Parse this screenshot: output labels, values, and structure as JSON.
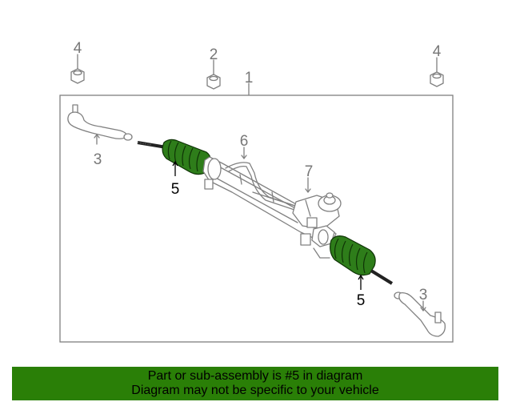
{
  "callouts": {
    "c1": "1",
    "c2": "2",
    "c3_left": "3",
    "c3_right": "3",
    "c4_left": "4",
    "c4_right": "4",
    "c5_left": "5",
    "c5_right": "5",
    "c6": "6",
    "c7": "7"
  },
  "footer": {
    "line1": "Part or sub-assembly is #5 in diagram",
    "line2": "Diagram may not be specific to your vehicle"
  },
  "colors": {
    "highlight": "#2e7d1a",
    "footer_bg": "#2a7f07",
    "line": "#808080"
  }
}
